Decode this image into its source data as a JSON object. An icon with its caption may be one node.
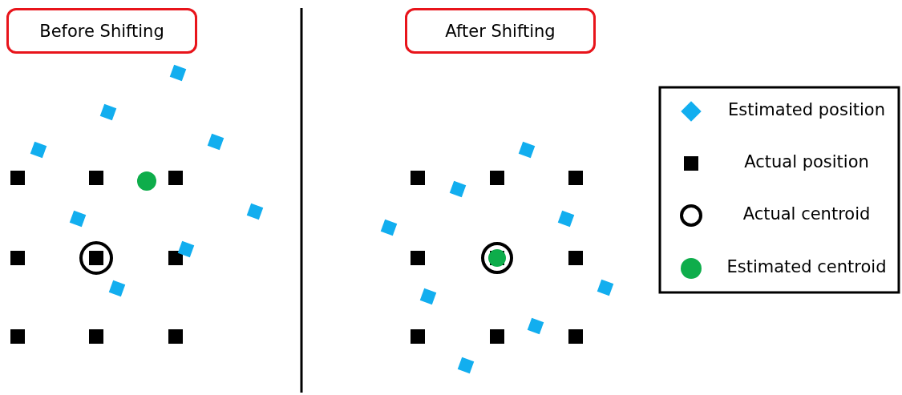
{
  "diagram": {
    "nodes": [
      {
        "text": [
          "Before Shifting"
        ]
      },
      {
        "text": [
          "After Shifting"
        ]
      }
    ],
    "legend": [
      {
        "text": "Estimated position"
      },
      {
        "text": "Actual position"
      },
      {
        "text": "Actual centroid"
      },
      {
        "text": "Estimated centroid"
      }
    ]
  }
}
